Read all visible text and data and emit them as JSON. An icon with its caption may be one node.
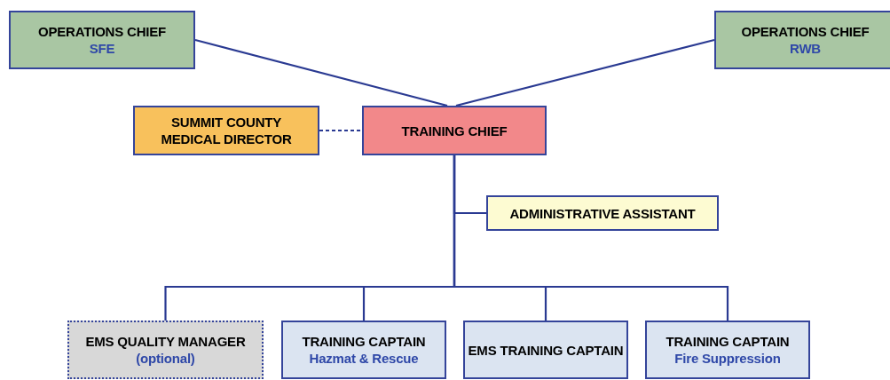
{
  "diagram": {
    "nodes": [
      {
        "text": [
          "OPERATIONS CHIEF",
          "SFE"
        ]
      },
      {
        "text": [
          "OPERATIONS CHIEF",
          "RWB"
        ]
      },
      {
        "text": [
          "SUMMIT COUNTY MEDICAL DIRECTOR"
        ]
      },
      {
        "text": [
          "TRAINING CHIEF"
        ]
      },
      {
        "text": [
          "ADMINISTRATIVE ASSISTANT"
        ]
      },
      {
        "text": [
          "EMS QUALITY MANAGER",
          "(optional)"
        ]
      },
      {
        "text": [
          "TRAINING CAPTAIN",
          "Hazmat & Rescue"
        ]
      },
      {
        "text": [
          "EMS TRAINING CAPTAIN"
        ]
      },
      {
        "text": [
          "TRAINING CAPTAIN",
          "Fire Suppression"
        ]
      }
    ],
    "edges": [
      {
        "from": 0,
        "to": 3,
        "arrow": "none"
      },
      {
        "from": 1,
        "to": 3,
        "arrow": "none"
      },
      {
        "from": 2,
        "to": 3,
        "arrow": "none",
        "style": "dashed"
      },
      {
        "from": 3,
        "to": 4,
        "arrow": "none"
      },
      {
        "from": 3,
        "to": 5,
        "arrow": "none"
      },
      {
        "from": 3,
        "to": 6,
        "arrow": "none"
      },
      {
        "from": 3,
        "to": 7,
        "arrow": "none"
      },
      {
        "from": 3,
        "to": 8,
        "arrow": "none"
      }
    ]
  }
}
